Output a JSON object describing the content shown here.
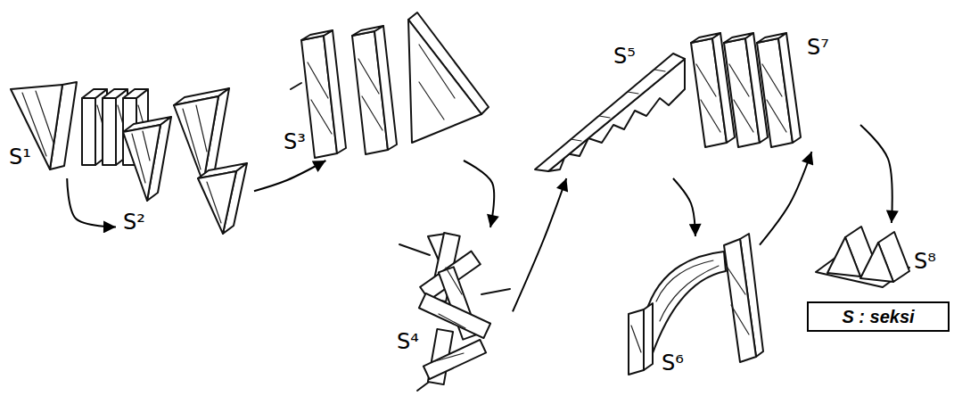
{
  "diagram": {
    "nodes": [
      {
        "text": [
          "S¹"
        ]
      },
      {
        "text": [
          "S²"
        ]
      },
      {
        "text": [
          "S³"
        ]
      },
      {
        "text": [
          "S⁴"
        ]
      },
      {
        "text": [
          "S⁵"
        ]
      },
      {
        "text": [
          "S⁶"
        ]
      },
      {
        "text": [
          "S⁷"
        ]
      },
      {
        "text": [
          "S⁸"
        ]
      },
      {
        "text": [
          "S : seksi"
        ]
      }
    ],
    "edges": [
      {
        "from": 0,
        "to": 1,
        "arrow": "to"
      },
      {
        "from": 1,
        "to": 2,
        "arrow": "to"
      },
      {
        "from": 2,
        "to": 3,
        "arrow": "to"
      },
      {
        "from": 3,
        "to": 4,
        "arrow": "to"
      },
      {
        "from": 4,
        "to": 5,
        "arrow": "to"
      },
      {
        "from": 5,
        "to": 6,
        "arrow": "to"
      },
      {
        "from": 6,
        "to": 7,
        "arrow": "to"
      }
    ]
  }
}
